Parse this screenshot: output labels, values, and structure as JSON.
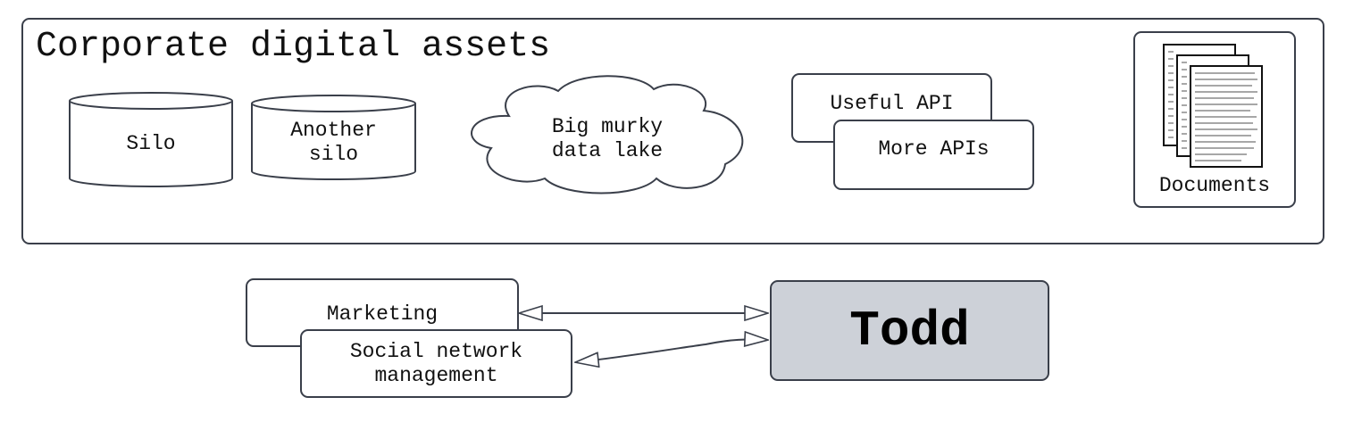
{
  "container": {
    "title": "Corporate digital assets"
  },
  "assets": {
    "silo": "Silo",
    "another_silo": "Another\nsilo",
    "data_lake": "Big murky\ndata lake",
    "useful_api": "Useful API",
    "more_apis": "More APIs",
    "documents": "Documents"
  },
  "teams": {
    "marketing": "Marketing",
    "social": "Social network\nmanagement"
  },
  "person": {
    "name": "Todd"
  },
  "colors": {
    "stroke": "#3a3f4a",
    "todd_fill": "#cdd1d8"
  }
}
